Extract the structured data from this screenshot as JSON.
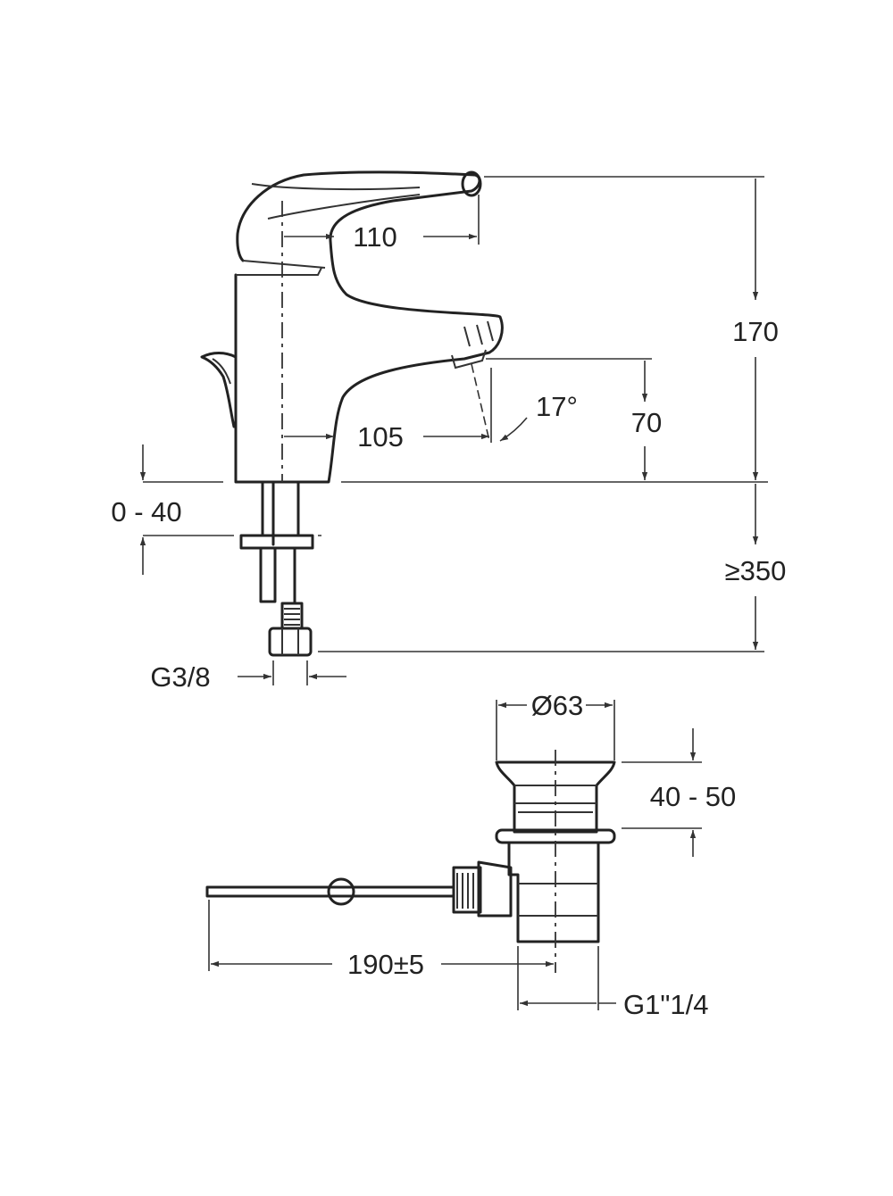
{
  "dimensions": {
    "spout_reach_upper": "110",
    "spout_reach_lower": "105",
    "total_height": "170",
    "spout_height": "70",
    "spout_angle": "17°",
    "deck_thickness": "0 - 40",
    "min_clearance": "≥350",
    "inlet_thread": "G3/8",
    "waste_diameter": "Ø63",
    "waste_thickness_range": "40 - 50",
    "rod_length": "190±5",
    "waste_thread": "G1\"1/4"
  },
  "colors": {
    "line": "#222222",
    "background": "#ffffff"
  }
}
